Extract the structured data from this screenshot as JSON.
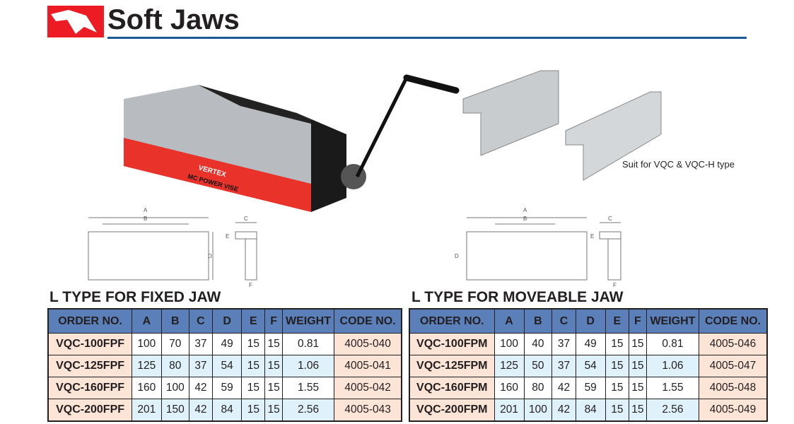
{
  "header": {
    "title": "Soft Jaws"
  },
  "note": "Suit for VQC & VQC-H type",
  "vise_labels": {
    "brand": "VERTEX",
    "model": "MC POWER VISE"
  },
  "diagram_labels": [
    "A",
    "B",
    "C",
    "D",
    "E",
    "F"
  ],
  "columns": [
    "ORDER NO.",
    "A",
    "B",
    "C",
    "D",
    "E",
    "F",
    "WEIGHT",
    "CODE NO."
  ],
  "fixed": {
    "title": "L TYPE FOR FIXED JAW",
    "rows": [
      [
        "VQC-100FPF",
        "100",
        "70",
        "37",
        "49",
        "15",
        "15",
        "0.81",
        "4005-040"
      ],
      [
        "VQC-125FPF",
        "125",
        "80",
        "37",
        "54",
        "15",
        "15",
        "1.06",
        "4005-041"
      ],
      [
        "VQC-160FPF",
        "160",
        "100",
        "42",
        "59",
        "15",
        "15",
        "1.55",
        "4005-042"
      ],
      [
        "VQC-200FPF",
        "201",
        "150",
        "42",
        "84",
        "15",
        "15",
        "2.56",
        "4005-043"
      ]
    ]
  },
  "moveable": {
    "title": "L TYPE FOR MOVEABLE JAW",
    "rows": [
      [
        "VQC-100FPM",
        "100",
        "40",
        "37",
        "49",
        "15",
        "15",
        "0.81",
        "4005-046"
      ],
      [
        "VQC-125FPM",
        "125",
        "50",
        "37",
        "54",
        "15",
        "15",
        "1.06",
        "4005-047"
      ],
      [
        "VQC-160FPM",
        "160",
        "80",
        "42",
        "59",
        "15",
        "15",
        "1.55",
        "4005-048"
      ],
      [
        "VQC-200FPM",
        "201",
        "100",
        "42",
        "84",
        "15",
        "15",
        "2.56",
        "4005-049"
      ]
    ]
  }
}
